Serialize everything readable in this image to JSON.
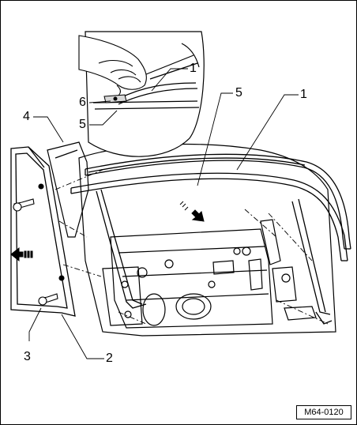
{
  "figure": {
    "id_label": "M64-0120"
  },
  "callouts": {
    "c1_top": "1",
    "c6": "6",
    "c5_left": "5",
    "c4": "4",
    "c5_right": "5",
    "c1_right": "1",
    "c3": "3",
    "c2": "2"
  },
  "icons": {
    "arrow_left": "direction-arrow-left-icon",
    "arrow_down_right": "direction-arrow-down-right-icon",
    "screw": "screw-icon",
    "hand": "hand-icon"
  },
  "colors": {
    "line": "#000000",
    "background": "#ffffff",
    "shade": "#d9d9d9"
  }
}
